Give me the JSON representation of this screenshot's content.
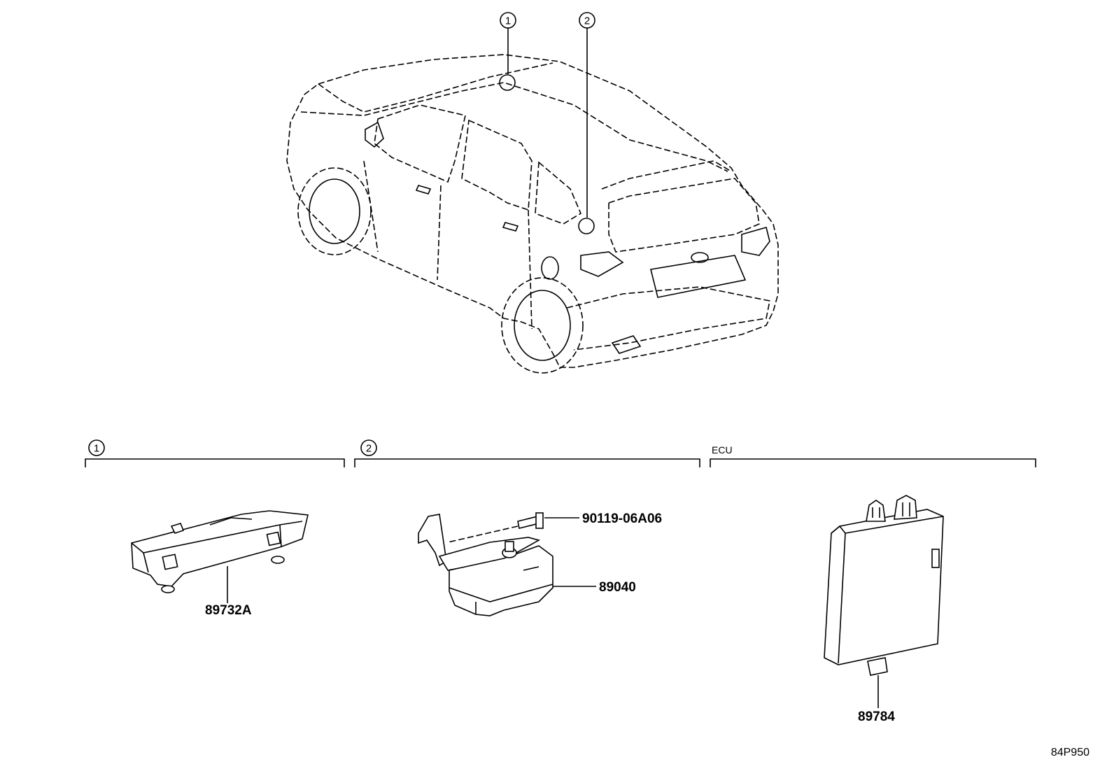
{
  "callouts": {
    "c1": "1",
    "c2": "2"
  },
  "sections": {
    "s1_num": "1",
    "s2_num": "2",
    "s3_label": "ECU"
  },
  "parts": {
    "p1": "89732A",
    "p2_bolt": "90119-06A06",
    "p2": "89040",
    "p3": "89784"
  },
  "diagram_ref": "84P950"
}
